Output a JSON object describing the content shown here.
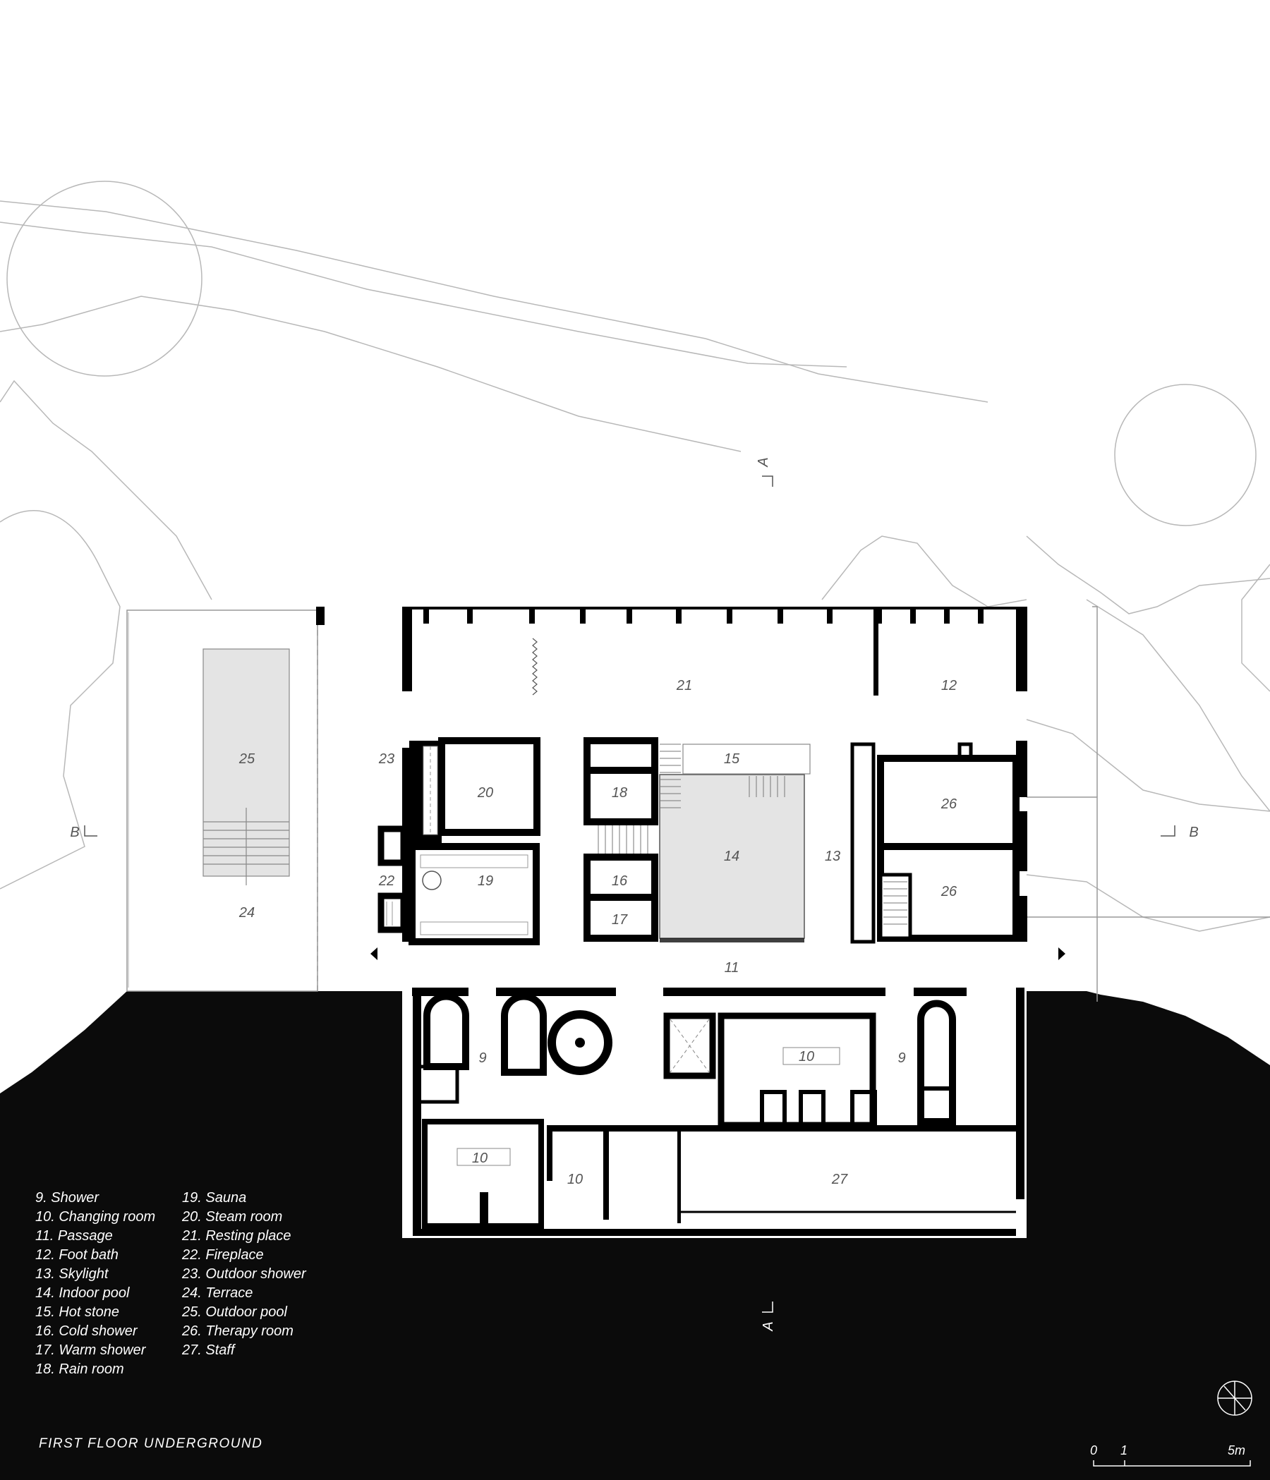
{
  "drawing_title": "FIRST FLOOR UNDERGROUND",
  "section_markers": {
    "a": "A",
    "b": "B"
  },
  "room_numbers": {
    "r9": "9",
    "r10": "10",
    "r11": "11",
    "r12": "12",
    "r13": "13",
    "r14": "14",
    "r15": "15",
    "r16": "16",
    "r17": "17",
    "r18": "18",
    "r19": "19",
    "r20": "20",
    "r21": "21",
    "r22": "22",
    "r23": "23",
    "r24": "24",
    "r25": "25",
    "r26": "26",
    "r27": "27"
  },
  "legend": {
    "column_1": [
      "9. Shower",
      "10. Changing room",
      "11. Passage",
      "12. Foot bath",
      "13. Skylight",
      "14. Indoor pool",
      "15. Hot stone",
      "16. Cold shower",
      "17. Warm shower",
      "18. Rain room"
    ],
    "column_2": [
      "19. Sauna",
      "20. Steam room",
      "21. Resting place",
      "22. Fireplace",
      "23. Outdoor shower",
      "24. Terrace",
      "25. Outdoor pool",
      "26. Therapy room",
      "27. Staff"
    ]
  },
  "scale_bar": {
    "zero": "0",
    "one": "1",
    "five": "5m"
  },
  "colors": {
    "ground": "#0b0b0b",
    "wall": "#000000",
    "pool": "#e4e4e4",
    "contour": "#b8b8b8",
    "label": "#555555"
  }
}
